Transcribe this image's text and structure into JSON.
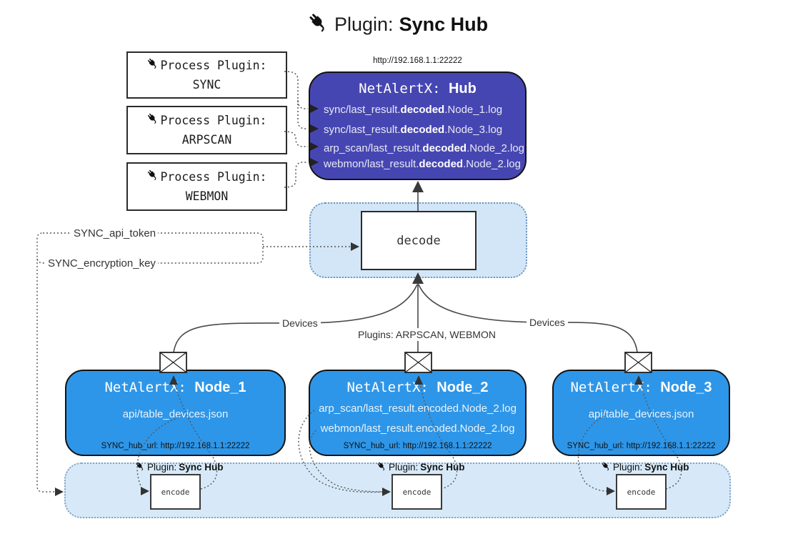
{
  "title": {
    "prefix": "Plugin:",
    "name": "Sync Hub"
  },
  "hub": {
    "url": "http://192.168.1.1:22222",
    "name_prefix": "NetAlertX:",
    "name": "Hub",
    "logs": [
      {
        "pre": "sync/last_result.",
        "bold": "decoded",
        "post": ".Node_1.log"
      },
      {
        "pre": "sync/last_result.",
        "bold": "decoded",
        "post": ".Node_3.log"
      },
      {
        "pre": "arp_scan/last_result.",
        "bold": "decoded",
        "post": ".Node_2.log"
      },
      {
        "pre": "webmon/last_result.",
        "bold": "decoded",
        "post": ".Node_2.log"
      }
    ]
  },
  "process_plugins": [
    {
      "label": "Process Plugin:",
      "name": "SYNC"
    },
    {
      "label": "Process Plugin:",
      "name": "ARPSCAN"
    },
    {
      "label": "Process Plugin:",
      "name": "WEBMON"
    }
  ],
  "decode": {
    "label": "decode"
  },
  "settings": {
    "api_token": "SYNC_api_token",
    "encryption_key": "SYNC_encryption_key"
  },
  "edge_labels": {
    "devices_left": "Devices",
    "devices_right": "Devices",
    "plugins": "Plugins: ARPSCAN, WEBMON"
  },
  "nodes": [
    {
      "name_prefix": "NetAlertX:",
      "name": "Node_1",
      "lines": [
        "api/table_devices.json"
      ],
      "footer": "SYNC_hub_url: http://192.168.1.1:22222"
    },
    {
      "name_prefix": "NetAlertX:",
      "name": "Node_2",
      "lines": [
        "arp_scan/last_result.encoded.Node_2.log",
        "webmon/last_result.encoded.Node_2.log"
      ],
      "footer": "SYNC_hub_url: http://192.168.1.1:22222"
    },
    {
      "name_prefix": "NetAlertX:",
      "name": "Node_3",
      "lines": [
        "api/table_devices.json"
      ],
      "footer": "SYNC_hub_url: http://192.168.1.1:22222"
    }
  ],
  "encoders": [
    {
      "label_prefix": "Plugin:",
      "label_name": "Sync Hub",
      "box": "encode"
    },
    {
      "label_prefix": "Plugin:",
      "label_name": "Sync Hub",
      "box": "encode"
    },
    {
      "label_prefix": "Plugin:",
      "label_name": "Sync Hub",
      "box": "encode"
    }
  ],
  "colors": {
    "hub_bg": "#4646b3",
    "node_bg": "#2e96e8",
    "band_bg": "#d7e9f8",
    "band_border": "#7fa3c6"
  }
}
